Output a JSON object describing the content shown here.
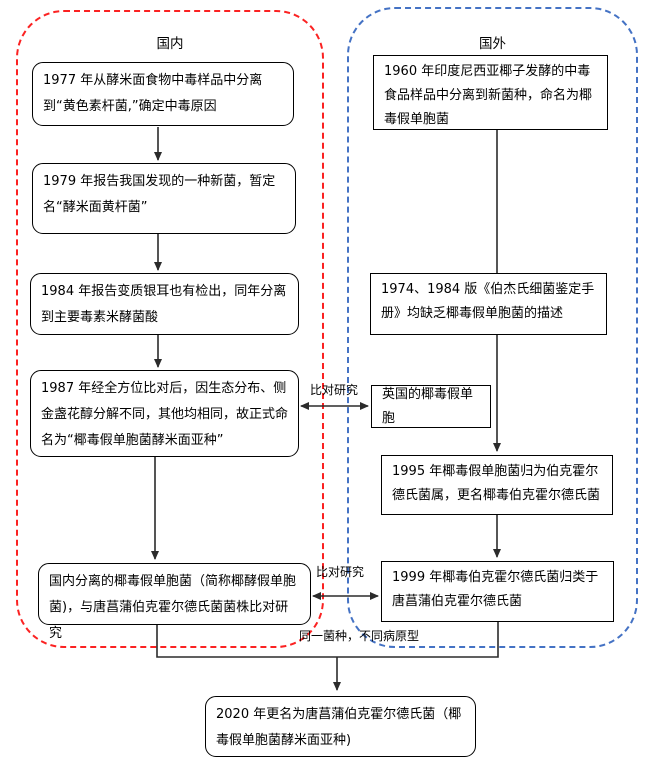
{
  "colors": {
    "domestic_frame": "#fb2222",
    "foreign_frame": "#4472c4",
    "box_border": "#000000",
    "connector": "#2b2b2b",
    "background": "#ffffff"
  },
  "groups": {
    "domestic": {
      "title": "国内"
    },
    "foreign": {
      "title": "国外"
    }
  },
  "domestic_boxes": [
    {
      "text": "1977 年从酵米面食物中毒样品中分离到“黄色素杆菌,”确定中毒原因"
    },
    {
      "text": "1979 年报告我国发现的一种新菌，暂定名“酵米面黄杆菌”"
    },
    {
      "text": "1984 年报告变质银耳也有检出，同年分离到主要毒素米酵菌酸"
    },
    {
      "text": "1987 年经全方位比对后，因生态分布、侧金盏花醇分解不同，其他均相同，故正式命名为“椰毒假单胞菌酵米面亚种”"
    },
    {
      "text": "国内分离的椰毒假单胞菌（简称椰酵假单胞菌)，与唐菖蒲伯克霍尔德氏菌菌株比对研究"
    }
  ],
  "foreign_boxes": [
    {
      "text": "1960 年印度尼西亚椰子发酵的中毒食品样品中分离到新菌种，命名为椰毒假单胞菌"
    },
    {
      "text": "1974、1984 版《伯杰氏细菌鉴定手册》均缺乏椰毒假单胞菌的描述"
    },
    {
      "text": "英国的椰毒假单胞"
    },
    {
      "text": "1995 年椰毒假单胞菌归为伯克霍尔德氏菌属，更名椰毒伯克霍尔德氏菌"
    },
    {
      "text": "1999 年椰毒伯克霍尔德氏菌归类于唐菖蒲伯克霍尔德氏菌"
    }
  ],
  "labels": {
    "compare_top": "比对研究",
    "compare_bottom": "比对研究",
    "conclusion": "同一菌种，不同病原型"
  },
  "final_box": {
    "text": "2020 年更名为唐菖蒲伯克霍尔德氏菌（椰毒假单胞菌酵米面亚种)"
  }
}
